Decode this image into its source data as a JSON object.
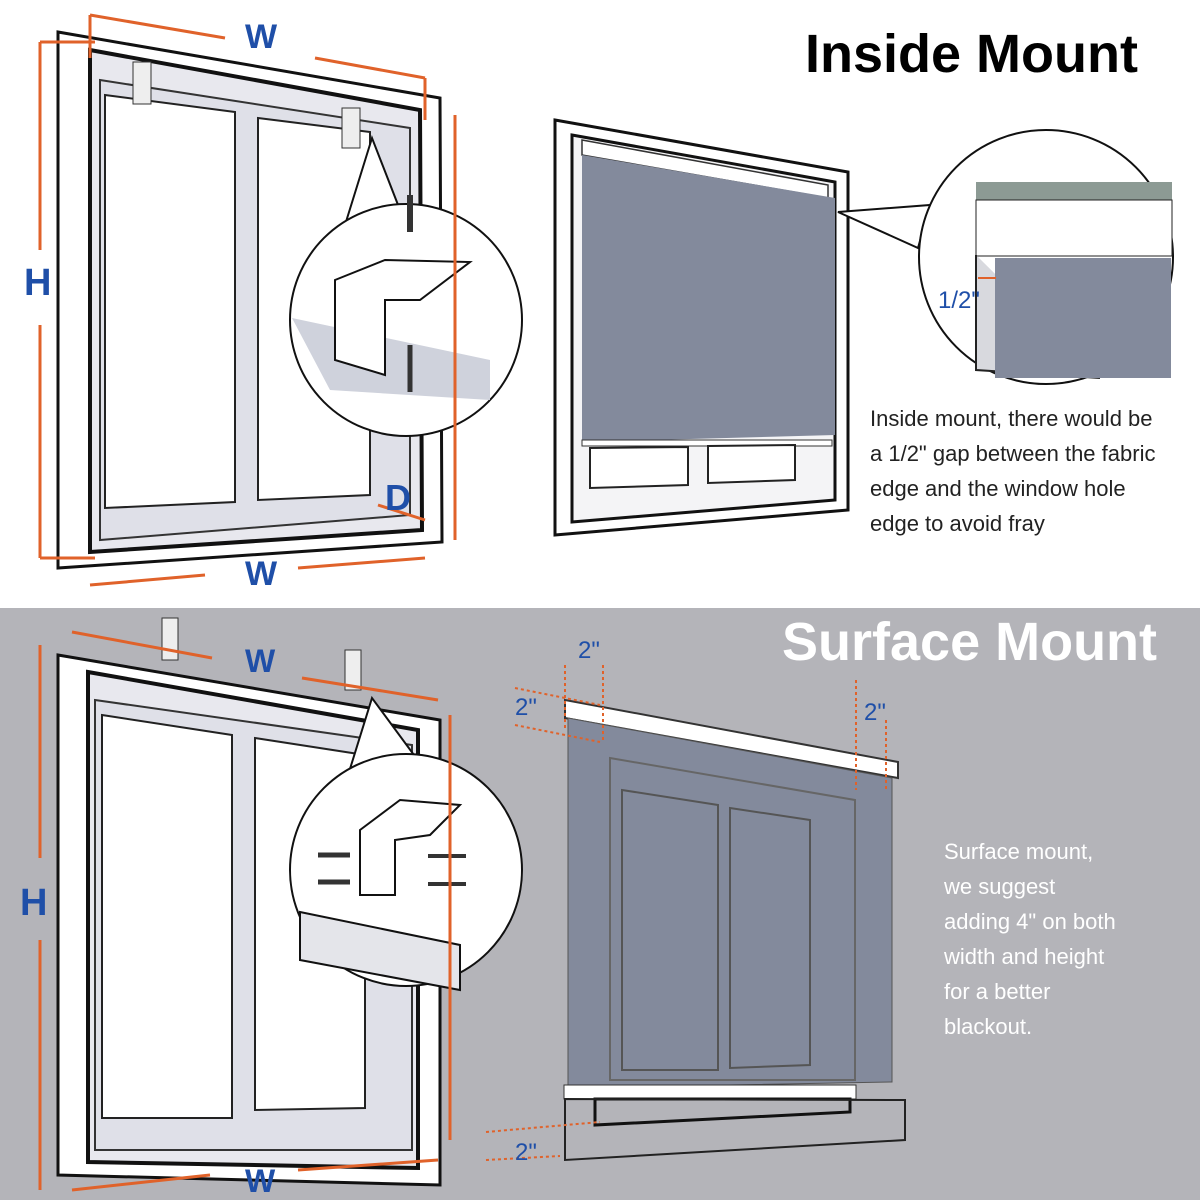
{
  "inside": {
    "title": "Inside Mount",
    "labels": {
      "w_top": "W",
      "w_bottom": "W",
      "h": "H",
      "d": "D",
      "gap": "1/2\""
    },
    "note": [
      "Inside mount, there would be",
      "a 1/2\" gap between the fabric",
      "edge and the window hole",
      "edge to avoid fray"
    ]
  },
  "surface": {
    "title": "Surface Mount",
    "labels": {
      "w_top": "W",
      "w_bottom": "W",
      "h": "H",
      "ext_top": "2\"",
      "ext_left": "2\"",
      "ext_right": "2\"",
      "ext_bottom": "2\""
    },
    "note": [
      "Surface mount,",
      "we suggest",
      "adding 4\" on both",
      "width and height",
      "for a better",
      "blackout."
    ]
  },
  "colors": {
    "measure": "#e0622a",
    "label": "#1f4fa8",
    "fabric": "#838a9c",
    "bottom_bg": "#b4b4b9"
  }
}
